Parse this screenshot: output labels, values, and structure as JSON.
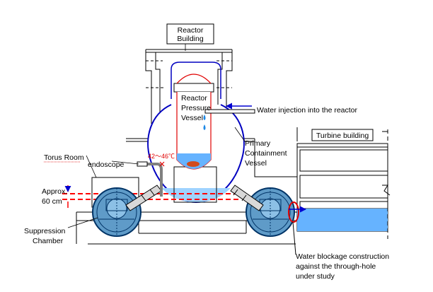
{
  "labels": {
    "reactor_building": [
      "Reactor",
      "Building"
    ],
    "rpv": [
      "Reactor",
      "Pressure",
      "Vessel"
    ],
    "water_injection": "Water injection into the reactor",
    "pcv": [
      "Primary",
      "Containment",
      "Vessel"
    ],
    "turbine_building": "Turbine building",
    "torus_room": "Torus Room",
    "endoscope": "endoscope",
    "temperature": "42～46℃",
    "approx": [
      "Approx.",
      "60 cm"
    ],
    "suppression_chamber": [
      "Suppression",
      "Chamber"
    ],
    "water_blockage": [
      "Water blockage construction",
      "against the through-hole",
      "under study"
    ]
  },
  "colors": {
    "vessel_outline": "#0000c0",
    "rpv_outline": "#e00000",
    "water": "#66b3ff",
    "water_light": "#9fd3ff",
    "fuel_debris": "#d24a1c",
    "water_level_line": "#ff0000",
    "arrow": "#0000d0",
    "suppression_fill": "#5f9bc8",
    "torus_pipes": "#a0a0a0"
  },
  "icons": {
    "cross_mark": "x-mark-icon",
    "water_drop": "water-drop-icon"
  }
}
